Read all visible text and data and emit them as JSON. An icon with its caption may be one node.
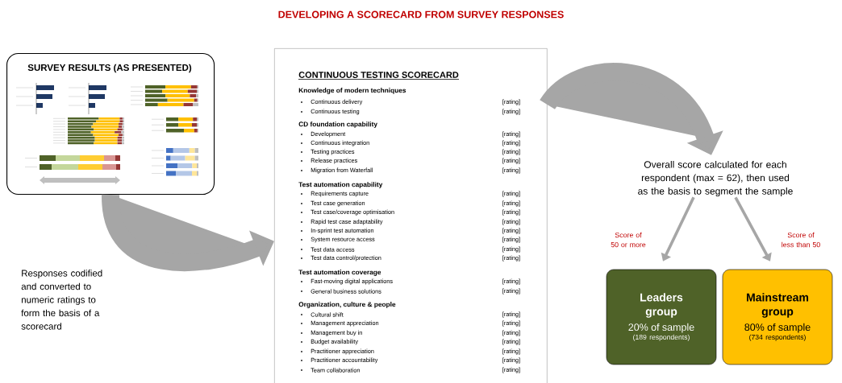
{
  "diagram": {
    "title": "DEVELOPING A SCORECARD FROM SURVEY RESPONSES",
    "nodes": [
      {
        "text": [
          "SURVEY RESULTS (AS PRESENTED)"
        ]
      },
      {
        "text": [
          "CONTINUOUS TESTING SCORECARD",
          "Knowledge of modern techniques",
          "Continuous delivery",
          "[rating]",
          "Continuous testing",
          "[rating]",
          "CD foundation capability",
          "Development",
          "[rating]",
          "Continuous integration",
          "[rating]",
          "Testing practices",
          "[rating]",
          "Release practices",
          "[rating]",
          "Migration from Waterfall",
          "[rating]",
          "Test automation capability",
          "Requirements capture",
          "[rating]",
          "Test case generation",
          "[rating]",
          "Test case/coverage optimisation",
          "[rating]",
          "Rapid test case adaptability",
          "[rating]",
          "In-sprint test automation",
          "[rating]",
          "System resource access",
          "[rating]",
          "Test data access",
          "[rating]",
          "Test data control/protection",
          "[rating]",
          "Test automation coverage",
          "Fast-moving digital applications",
          "[rating]",
          "General business solutions",
          "[rating]",
          "Organization, culture & people",
          "Cultural shift",
          "[rating]",
          "Management appreciation",
          "[rating]",
          "Management buy in",
          "[rating]",
          "Budget availability",
          "[rating]",
          "Practitioner appreciation",
          "[rating]",
          "Practitioner accountability",
          "[rating]",
          "Team collaboration",
          "[rating]"
        ]
      },
      {
        "text": [
          "Overall score calculated for each respondent (max = 62), then used as the basis to segment the sample"
        ]
      },
      {
        "text": [
          "Leaders group",
          "20% of sample",
          "(189 respondents)"
        ]
      },
      {
        "text": [
          "Mainstream group",
          "80% of sample",
          "(734 respondents)"
        ]
      }
    ],
    "edges": [
      {
        "from": 0,
        "to": 1,
        "arrow": "to",
        "style": "thick"
      },
      {
        "from": 1,
        "to": 2,
        "arrow": "to",
        "style": "thick"
      },
      {
        "from": 2,
        "to": 3,
        "arrow": "to",
        "label": "Score of 50 or more"
      },
      {
        "from": 2,
        "to": 4,
        "arrow": "to",
        "label": "Score of less than 50"
      }
    ],
    "labels": [
      "Responses codified and converted to numeric ratings to form the basis of a scorecard"
    ]
  }
}
